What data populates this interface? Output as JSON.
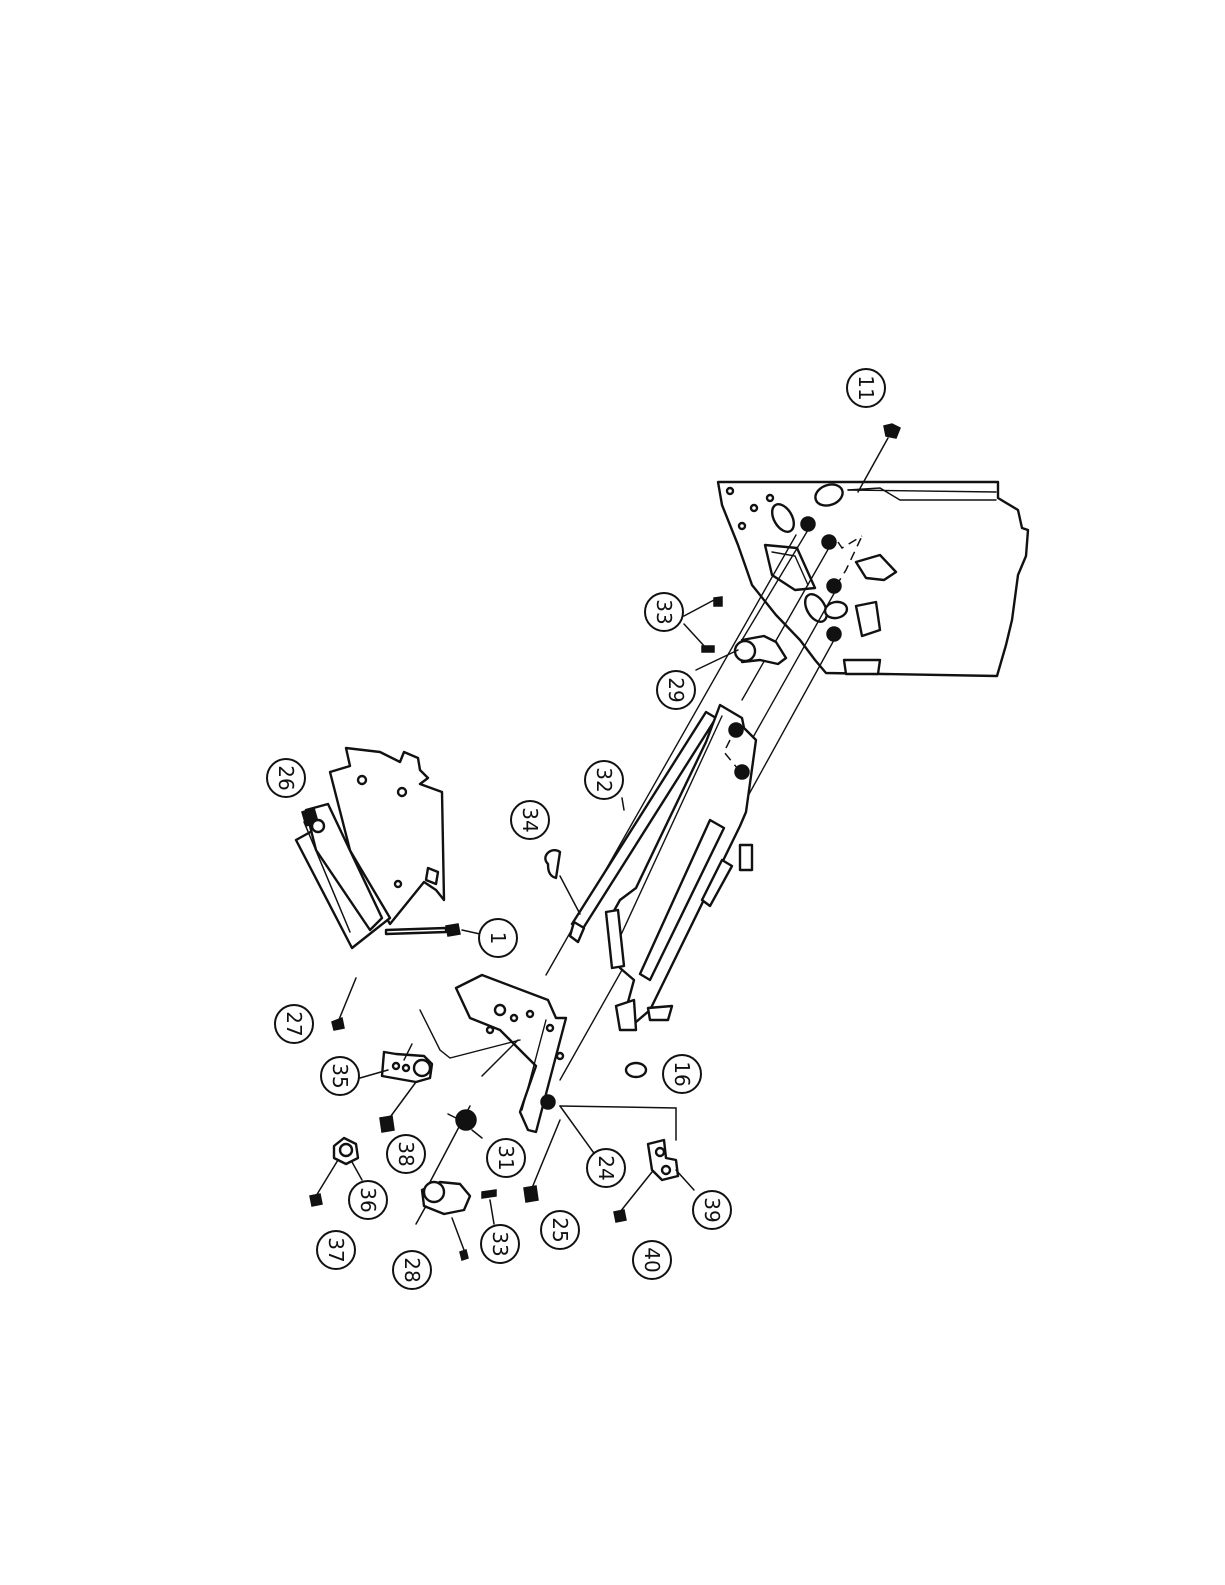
{
  "callouts": [
    {
      "id": "c11",
      "label": "11",
      "angle": 90
    },
    {
      "id": "c33a",
      "label": "33",
      "angle": 90
    },
    {
      "id": "c29",
      "label": "29",
      "angle": 90
    },
    {
      "id": "c26",
      "label": "26",
      "angle": 90
    },
    {
      "id": "c32",
      "label": "32",
      "angle": 90
    },
    {
      "id": "c34",
      "label": "34",
      "angle": 90
    },
    {
      "id": "c1",
      "label": "1",
      "angle": 90
    },
    {
      "id": "c27",
      "label": "27",
      "angle": 90
    },
    {
      "id": "c16",
      "label": "16",
      "angle": 90
    },
    {
      "id": "c35",
      "label": "35",
      "angle": 90
    },
    {
      "id": "c38",
      "label": "38",
      "angle": 90
    },
    {
      "id": "c31",
      "label": "31",
      "angle": 90
    },
    {
      "id": "c24",
      "label": "24",
      "angle": 90
    },
    {
      "id": "c36",
      "label": "36",
      "angle": 90
    },
    {
      "id": "c39",
      "label": "39",
      "angle": 90
    },
    {
      "id": "c37",
      "label": "37",
      "angle": 90
    },
    {
      "id": "c28",
      "label": "28",
      "angle": 90
    },
    {
      "id": "c33b",
      "label": "33",
      "angle": 90
    },
    {
      "id": "c25",
      "label": "25",
      "angle": 90
    },
    {
      "id": "c40",
      "label": "40",
      "angle": 90
    }
  ]
}
